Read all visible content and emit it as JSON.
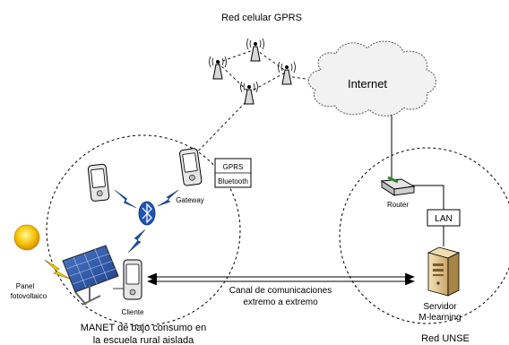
{
  "title": "Red celular GPRS",
  "cloud": {
    "label": "Internet"
  },
  "gateway": {
    "label": "Gateway"
  },
  "gateway_box": {
    "gprs": "GPRS",
    "bluetooth": "Bluetooth"
  },
  "client": {
    "label": "Cliente"
  },
  "solar": {
    "line1": "Panel",
    "line2": "fotovoltaico"
  },
  "manet": {
    "line1": "MANET de bajo consumo en",
    "line2": "la escuela rural aislada"
  },
  "router": {
    "label": "Router"
  },
  "lan": {
    "label": "LAN"
  },
  "server": {
    "line1": "Servidor",
    "line2": "M-learning"
  },
  "network": {
    "label": "Red UNSE"
  },
  "channel": {
    "line1": "Canal de comunicaciones",
    "line2": "extremo a extremo"
  }
}
